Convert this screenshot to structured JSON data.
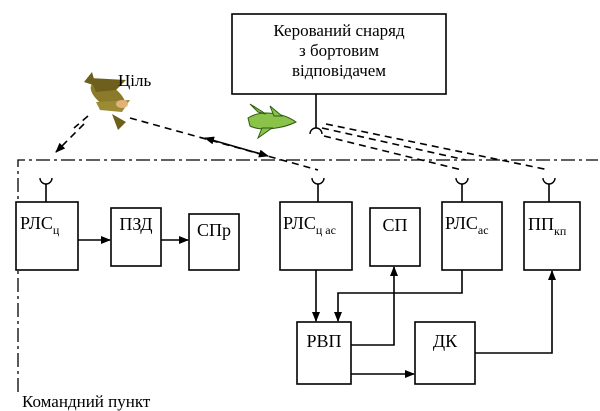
{
  "diagram": {
    "missile_box": {
      "line1": "Керований снаряд",
      "line2": "з бортовим",
      "line3": "відповідачем"
    },
    "target_label": "Ціль",
    "command_post_label": "Командний пункт",
    "blocks": {
      "rls_target": {
        "main": "РЛС",
        "sub": "ц"
      },
      "pzd": {
        "main": "ПЗД"
      },
      "spr": {
        "main": "СПр"
      },
      "rls_target_missile": {
        "main": "РЛС",
        "sub": "ц ас"
      },
      "sp": {
        "main": "СП"
      },
      "rls_missile": {
        "main": "РЛС",
        "sub": "ас"
      },
      "pp_kp": {
        "main": "ПП",
        "sub": "кп"
      },
      "rvp": {
        "main": "РВП"
      },
      "dk": {
        "main": "ДК"
      }
    },
    "icons": {
      "target": "aircraft-icon",
      "missile": "missile-icon",
      "antenna": "antenna-icon"
    },
    "colors": {
      "missile_fill": "#8bc34a",
      "aircraft_fill": "#8a7a2a"
    }
  }
}
